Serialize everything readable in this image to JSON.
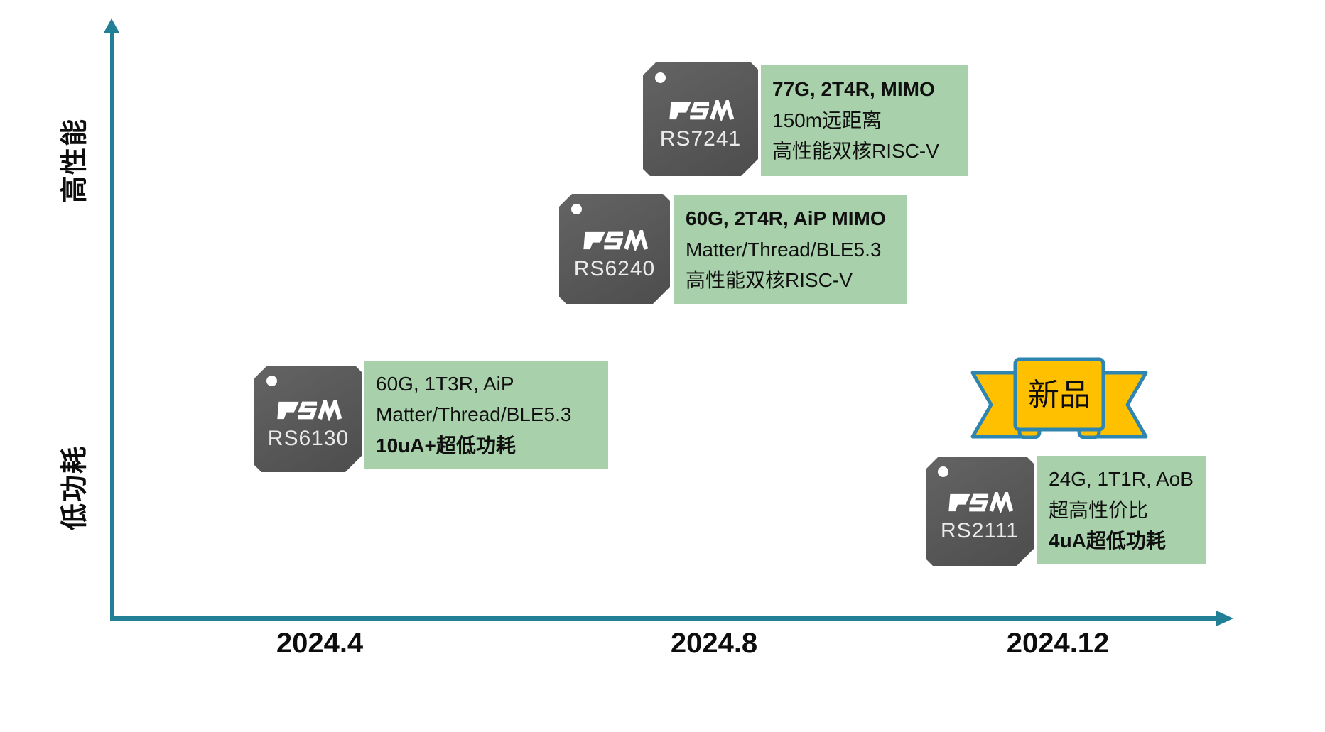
{
  "diagram": {
    "kind": "product-roadmap-positioning",
    "background_color": "#ffffff"
  },
  "axes": {
    "color": "#217f96",
    "y": {
      "top_label": "高性能",
      "bottom_label": "低功耗"
    },
    "x": {
      "ticks": [
        "2024.4",
        "2024.8",
        "2024.12"
      ]
    }
  },
  "ribbon": {
    "label": "新品",
    "fill_color": "#FFC000",
    "border_color": "#2e86b0"
  },
  "products": [
    {
      "model": "RS7241",
      "logo": "PSM",
      "x_period": "2024.8",
      "y_tier": "高性能",
      "specs": [
        "77G, 2T4R, MIMO",
        "150m远距离",
        "高性能双核RISC-V"
      ]
    },
    {
      "model": "RS6240",
      "logo": "PSM",
      "x_period": "2024.8",
      "y_tier": "高性能",
      "specs": [
        "60G, 2T4R, AiP MIMO",
        "Matter/Thread/BLE5.3",
        "高性能双核RISC-V"
      ]
    },
    {
      "model": "RS6130",
      "logo": "PSM",
      "x_period": "2024.4",
      "y_tier": "低功耗",
      "specs": [
        "60G, 1T3R, AiP",
        "Matter/Thread/BLE5.3",
        "10uA+超低功耗"
      ]
    },
    {
      "model": "RS2111",
      "logo": "PSM",
      "x_period": "2024.12",
      "y_tier": "低功耗",
      "specs": [
        "24G, 1T1R, AoB",
        "超高性价比",
        "4uA超低功耗"
      ]
    }
  ],
  "colors": {
    "chip_body": "#595959",
    "chip_text": "#ebebeb",
    "spec_box_background": "#a8d1ab",
    "text": "#101010"
  }
}
